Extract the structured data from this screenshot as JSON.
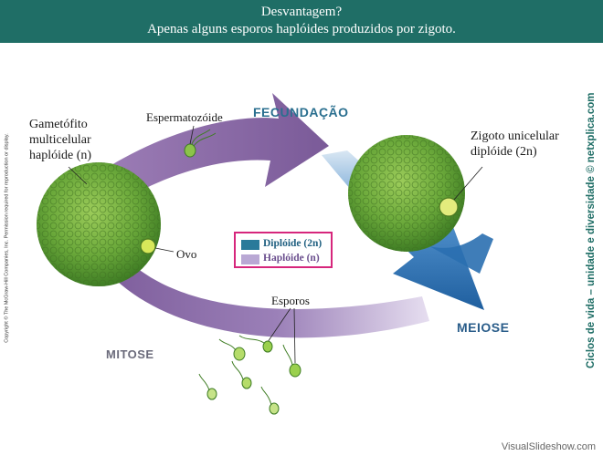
{
  "header": {
    "line1": "Desvantagem?",
    "line2": "Apenas alguns esporos haplóides produzidos por zigoto."
  },
  "diagram": {
    "gametophyte": "Gametófito multicelular haplóide (n)",
    "spermatozoid": "Espermatozóide",
    "fertilization": "FECUNDAÇÃO",
    "zygote": "Zigoto unicelular diplóide (2n)",
    "egg": "Ovo",
    "spores": "Esporos",
    "meiosis": "MEIOSE",
    "mitosis": "MITOSE"
  },
  "legend": {
    "diploid": "Diplóide (2n)",
    "haploid": "Haplóide (n)",
    "diploid_color": "#2a7a9a",
    "haploid_color": "#b9a8d4"
  },
  "colors": {
    "header_bg": "#1f6e66",
    "purple_arrow": "#8a6aa3",
    "blue_arrow": "#2a6fb0",
    "cell_green": "#6aa83a"
  },
  "copyright": "Copyright © The McGraw-Hill Companies, Inc. Permission required for reproduction or display.",
  "side_caption": "Ciclos de vida – unidade e diversidade © netxplica.com",
  "watermark": "VisualSlideshow.com"
}
